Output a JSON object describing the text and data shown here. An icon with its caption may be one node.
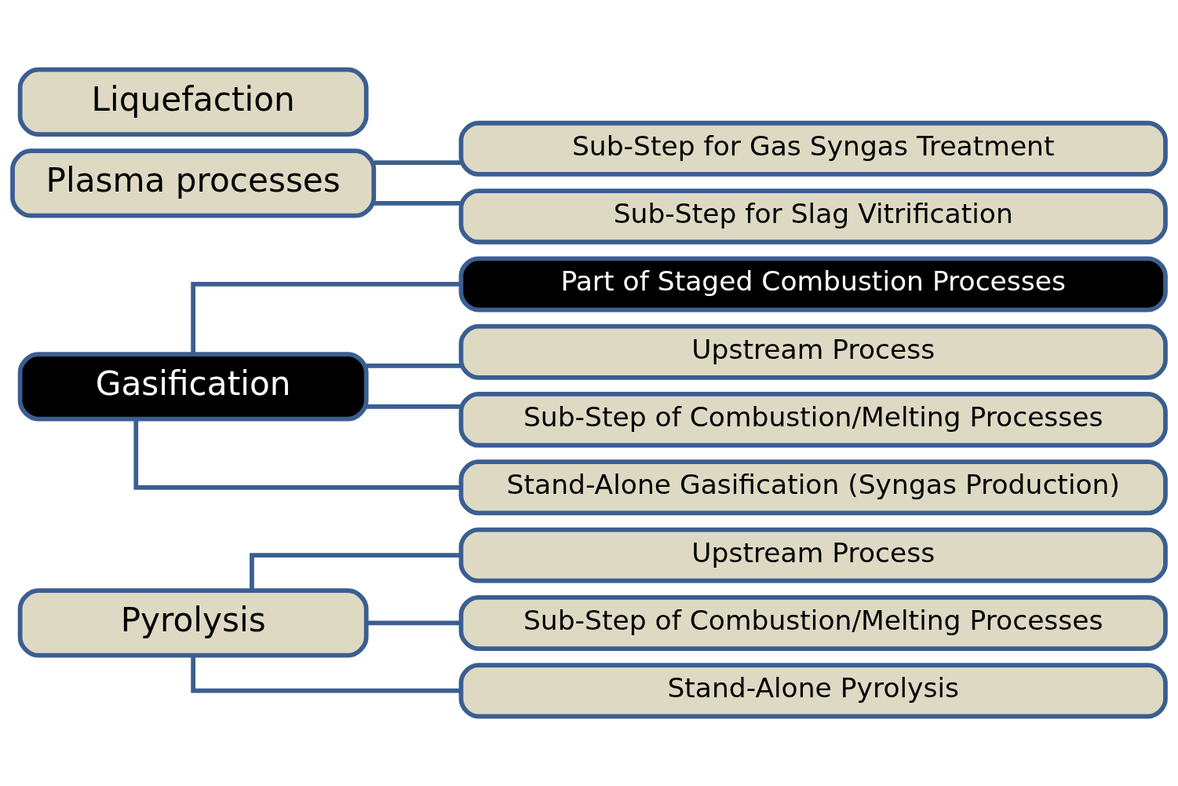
{
  "diagram": {
    "nodes": [
      {
        "text": [
          "Pyrolysis"
        ]
      },
      {
        "text": [
          "Upstream Process"
        ]
      },
      {
        "text": [
          "Sub-Step of Combustion/Melting Processes"
        ]
      },
      {
        "text": [
          "Stand-Alone Pyrolysis"
        ]
      },
      {
        "text": [
          "Gasification"
        ]
      },
      {
        "text": [
          "Part of Staged Combustion Processes"
        ]
      },
      {
        "text": [
          "Upstream Process"
        ]
      },
      {
        "text": [
          "Sub-Step of Combustion/Melting Processes"
        ]
      },
      {
        "text": [
          "Stand-Alone Gasification (Syngas Production)"
        ]
      },
      {
        "text": [
          "Plasma processes"
        ]
      },
      {
        "text": [
          "Sub-Step for Gas Syngas Treatment"
        ]
      },
      {
        "text": [
          "Sub-Step for Slag Vitrification"
        ]
      },
      {
        "text": [
          "Liquefaction"
        ]
      }
    ],
    "edges": [
      {
        "from": 0,
        "to": 1,
        "arrow": "none"
      },
      {
        "from": 0,
        "to": 2,
        "arrow": "none"
      },
      {
        "from": 0,
        "to": 3,
        "arrow": "none"
      },
      {
        "from": 4,
        "to": 5,
        "arrow": "none"
      },
      {
        "from": 4,
        "to": 6,
        "arrow": "none"
      },
      {
        "from": 4,
        "to": 7,
        "arrow": "none"
      },
      {
        "from": 4,
        "to": 8,
        "arrow": "none"
      },
      {
        "from": 9,
        "to": 10,
        "arrow": "none"
      },
      {
        "from": 9,
        "to": 11,
        "arrow": "none"
      }
    ]
  }
}
